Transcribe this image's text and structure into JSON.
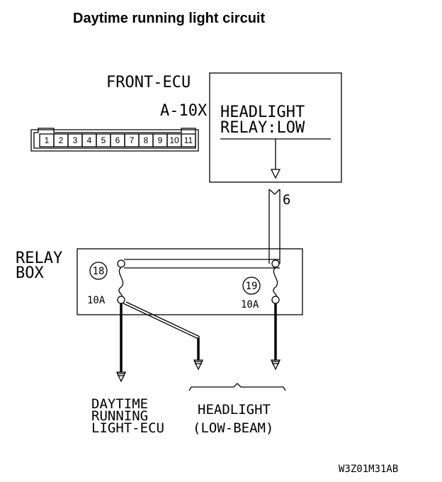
{
  "title": "Daytime running light circuit",
  "front_ecu": {
    "label": "FRONT-ECU",
    "connector": "A-10X"
  },
  "connector_pins": [
    "1",
    "2",
    "3",
    "4",
    "5",
    "6",
    "7",
    "8",
    "9",
    "10",
    "11"
  ],
  "ecu_box": {
    "line1": "HEADLIGHT",
    "line2": "RELAY:LOW"
  },
  "wire_pin": "6",
  "relay_box": {
    "line1": "RELAY",
    "line2": "BOX",
    "fuse_a": {
      "number": "18",
      "rating": "10A"
    },
    "fuse_b": {
      "number": "19",
      "rating": "10A"
    }
  },
  "outputs": {
    "drl": {
      "line1": "DAYTIME",
      "line2": "RUNNING",
      "line3": "LIGHT-ECU"
    },
    "headlight": {
      "line1": "HEADLIGHT",
      "line2": "(LOW-BEAM)"
    }
  },
  "figure_code": "W3Z01M31AB"
}
